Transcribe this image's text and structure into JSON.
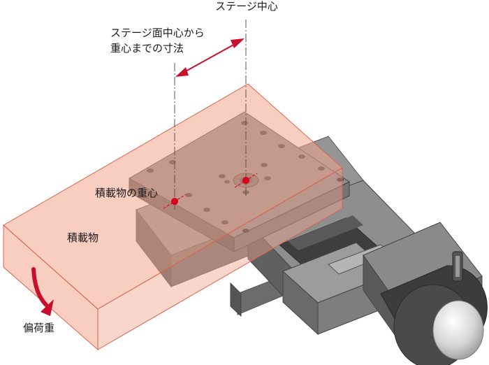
{
  "labels": {
    "stage_center": "ステージ中心",
    "offset_line1": "ステージ面中心から",
    "offset_line2": "重心までの寸法",
    "load_center_of_gravity": "積載物の重心",
    "load": "積載物",
    "offset_load": "偏荷重"
  },
  "colors": {
    "load_fill": "#f2a58e",
    "load_edge": "#d9624a",
    "marker": "#d8001a",
    "arrow": "#c8102e",
    "stage_body": "#7d7d7d",
    "stage_top": "#8f8f8f"
  }
}
